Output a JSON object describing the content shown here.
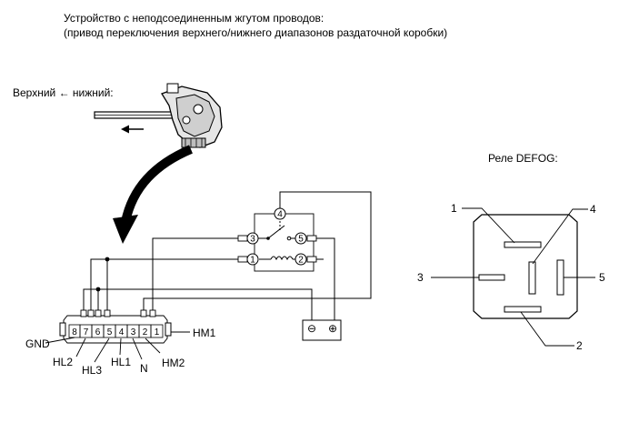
{
  "header": {
    "line1": "Устройство с неподсоединенным жгутом проводов:",
    "line2": "(привод переключения верхнего/нижнего диапазонов раздаточной коробки)"
  },
  "actuator": {
    "direction_label": "Верхний ← нижний:"
  },
  "relay": {
    "title": "Реле DEFOG:",
    "terminals": [
      "1",
      "2",
      "3",
      "4",
      "5"
    ]
  },
  "inner_relay_terminals": [
    "1",
    "2",
    "3",
    "4",
    "5"
  ],
  "battery": {
    "minus": "⊖",
    "plus": "⊕"
  },
  "connector": {
    "pins": [
      "8",
      "7",
      "6",
      "5",
      "4",
      "3",
      "2",
      "1"
    ],
    "labels": {
      "gnd": "GND",
      "hl2": "HL2",
      "hl3": "HL3",
      "hl1": "HL1",
      "n": "N",
      "hm2": "HM2",
      "hm1": "HM1"
    }
  }
}
